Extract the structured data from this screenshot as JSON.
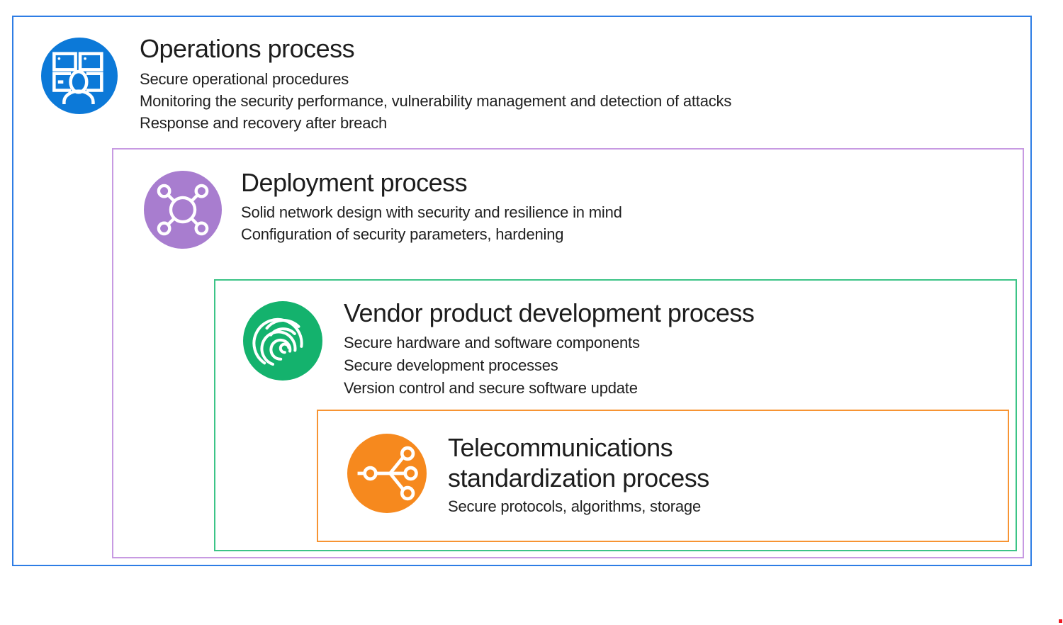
{
  "canvas": {
    "background": "#ffffff",
    "text_color": "#1d1d1d"
  },
  "red_dot": {
    "color": "#ed1c24"
  },
  "processes": {
    "operations": {
      "title": "Operations process",
      "lines": [
        "Secure operational procedures",
        "Monitoring the security performance, vulnerability management and detection of attacks",
        "Response and recovery after breach"
      ],
      "icon": "server-operator-icon",
      "circle_color": "#0c79d8",
      "border_color": "#2e7de5"
    },
    "deployment": {
      "title": "Deployment process",
      "lines": [
        "Solid network design with security and resilience in mind",
        "Configuration of security parameters, hardening"
      ],
      "icon": "network-node-icon",
      "circle_color": "#a87dcf",
      "border_color": "#c79ae2"
    },
    "vendor": {
      "title": "Vendor product development process",
      "lines": [
        "Secure hardware and software components",
        "Secure development processes",
        "Version control and secure software update"
      ],
      "icon": "fingerprint-icon",
      "circle_color": "#14b26d",
      "border_color": "#3cc487"
    },
    "telecom": {
      "title": "Telecommunications standardization process",
      "title_line1": "Telecommunications",
      "title_line2": "standardization process",
      "lines": [
        "Secure protocols, algorithms, storage"
      ],
      "icon": "branch-icon",
      "circle_color": "#f6891e",
      "border_color": "#f79433"
    }
  }
}
